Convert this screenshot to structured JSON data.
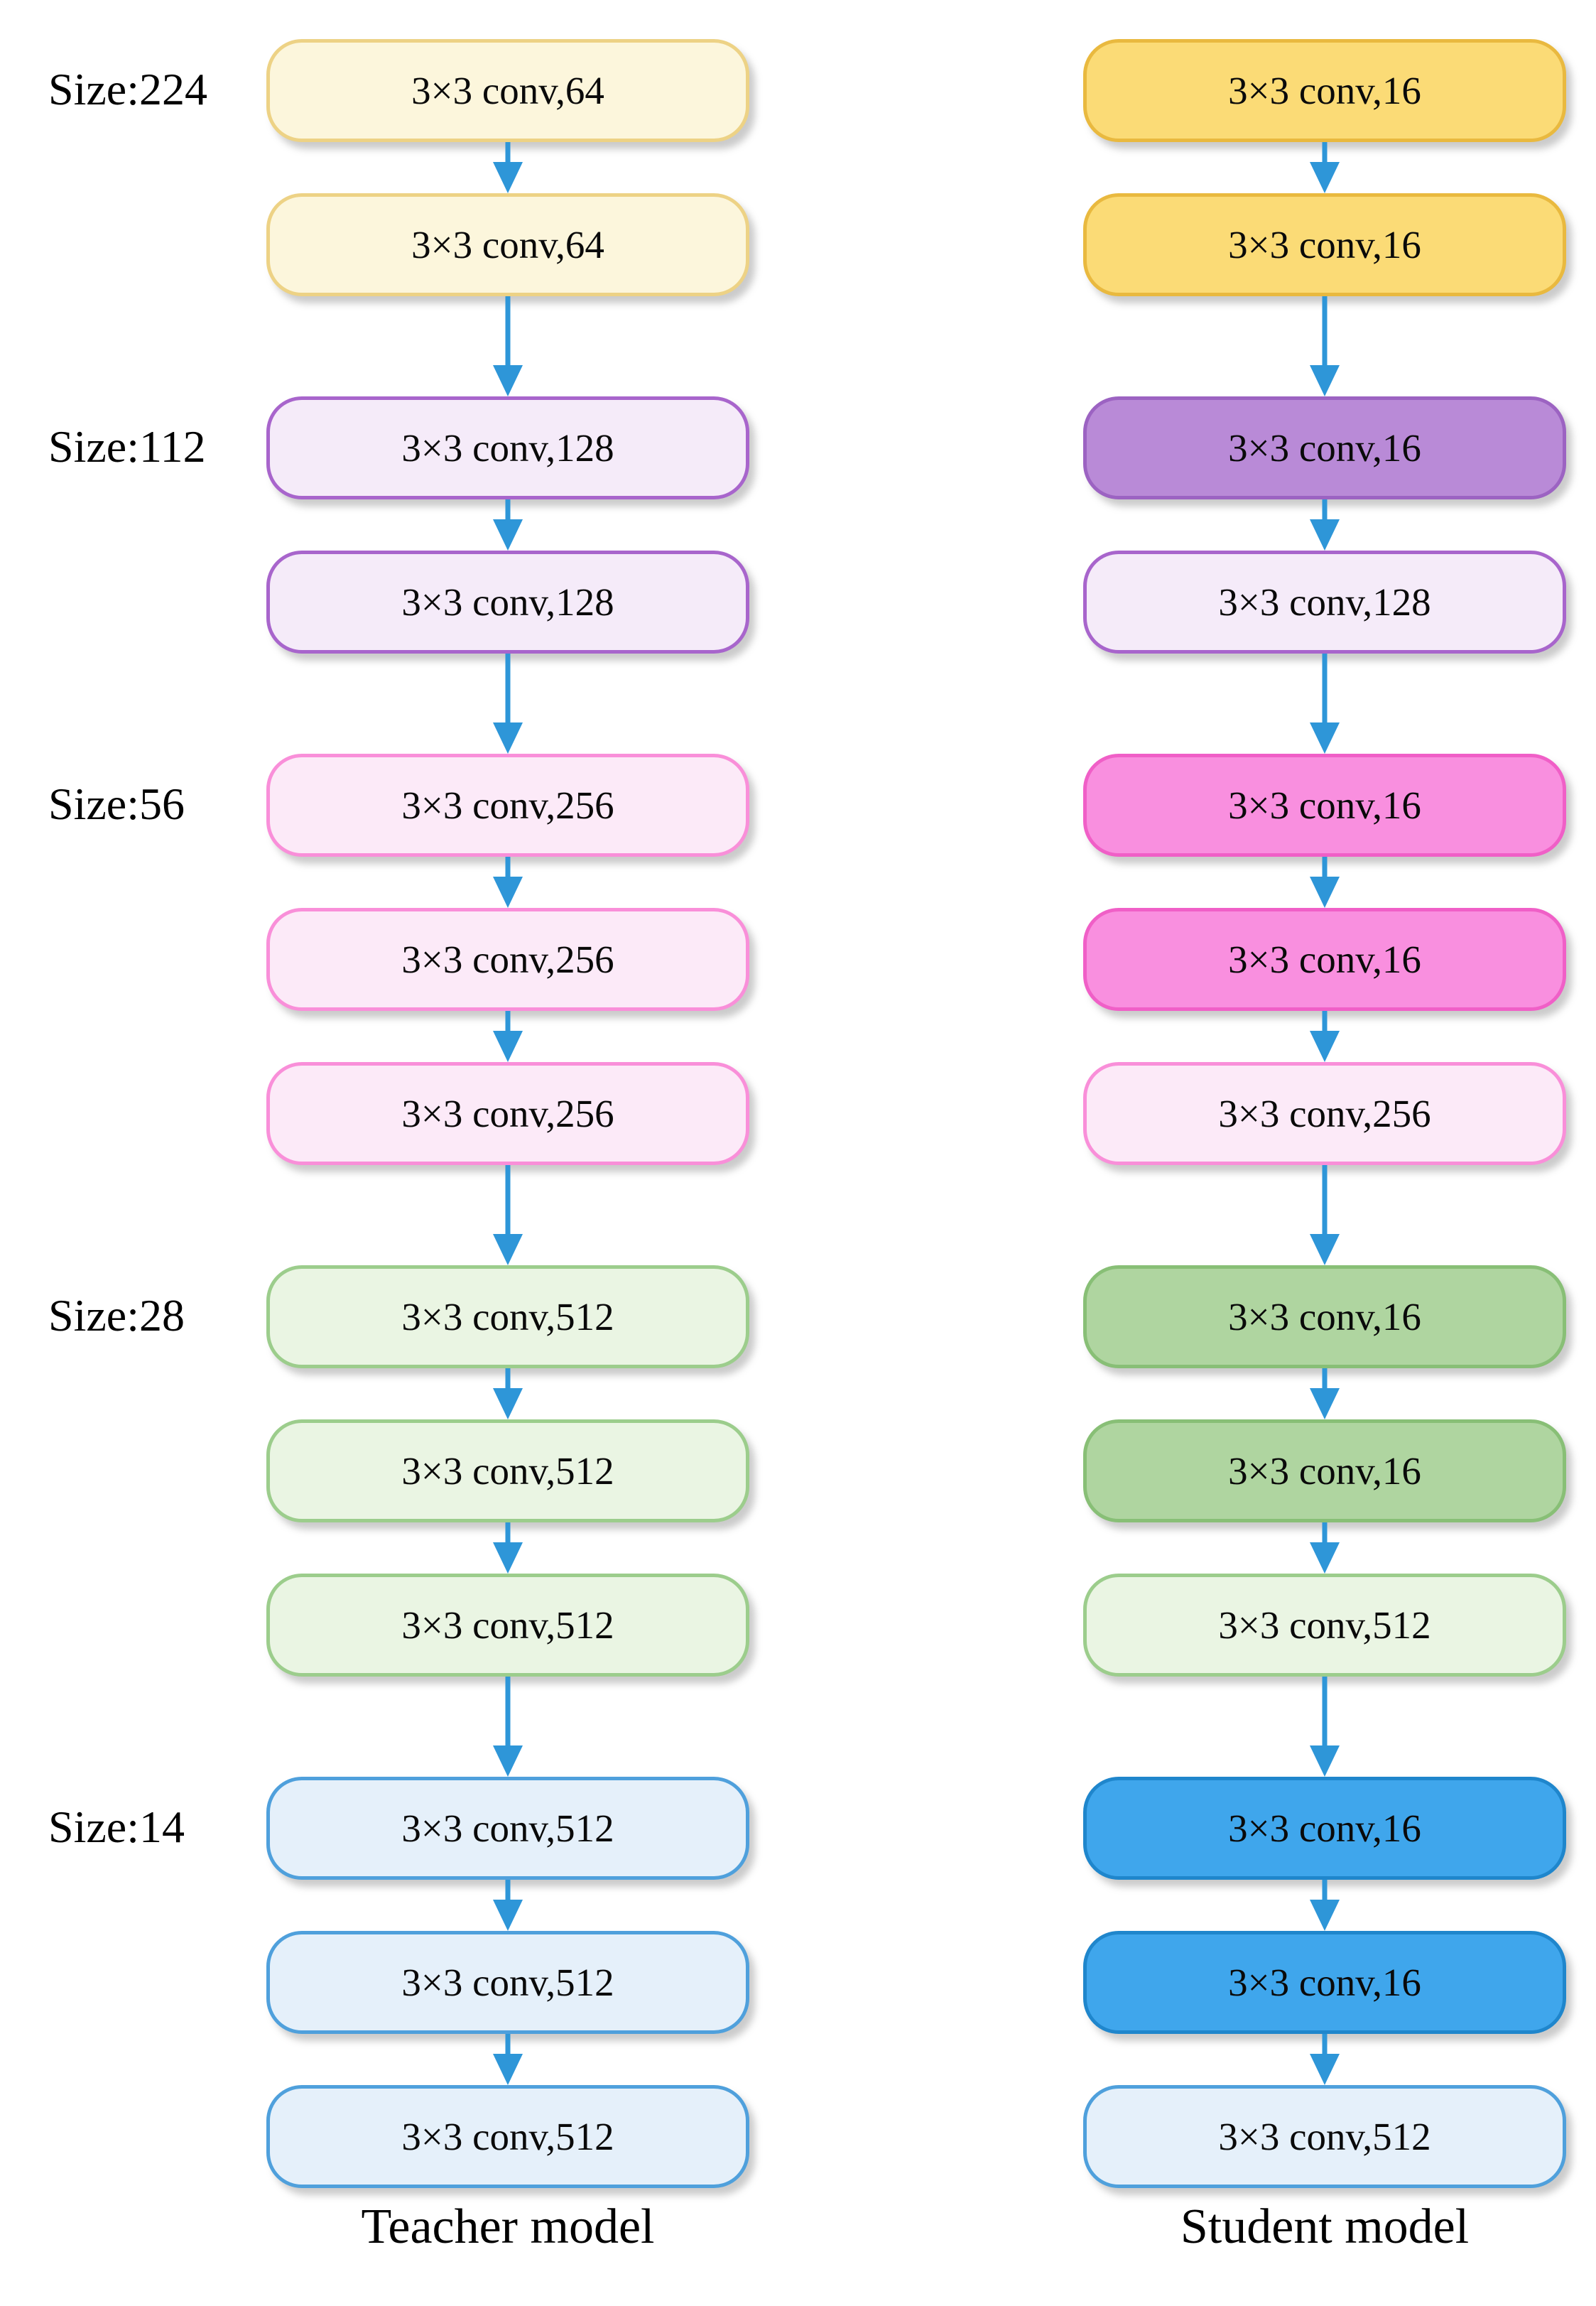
{
  "diagram": {
    "arrow_color": "#2E96D8",
    "size_labels": [
      {
        "text": "Size:224"
      },
      {
        "text": "Size:112"
      },
      {
        "text": "Size:56"
      },
      {
        "text": "Size:28"
      },
      {
        "text": "Size:14"
      }
    ],
    "styles": {
      "yellow_pale": {
        "fill": "#FCF6DC",
        "border": "#EDD285"
      },
      "yellow_strong": {
        "fill": "#FBDB76",
        "border": "#E9B93F"
      },
      "purple_pale": {
        "fill": "#F5EBF9",
        "border": "#A865CC"
      },
      "purple_strong": {
        "fill": "#B98AD7",
        "border": "#9C63C2"
      },
      "pink_pale": {
        "fill": "#FCEAF8",
        "border": "#F98FD9"
      },
      "pink_strong": {
        "fill": "#F98FDF",
        "border": "#F05FC7"
      },
      "green_pale": {
        "fill": "#EAF5E3",
        "border": "#9CCD8C"
      },
      "green_strong": {
        "fill": "#AFD5A0",
        "border": "#88BF76"
      },
      "blue_pale": {
        "fill": "#E5F0FA",
        "border": "#4FA0DC"
      },
      "blue_strong": {
        "fill": "#3FA6EC",
        "border": "#1F86CC"
      }
    },
    "columns": [
      {
        "name": "teacher-model",
        "caption": "Teacher model",
        "groups": [
          {
            "boxes": [
              {
                "label": "3×3 conv,64",
                "style": "yellow_pale"
              },
              {
                "label": "3×3 conv,64",
                "style": "yellow_pale"
              }
            ]
          },
          {
            "boxes": [
              {
                "label": "3×3 conv,128",
                "style": "purple_pale"
              },
              {
                "label": "3×3 conv,128",
                "style": "purple_pale"
              }
            ]
          },
          {
            "boxes": [
              {
                "label": "3×3 conv,256",
                "style": "pink_pale"
              },
              {
                "label": "3×3 conv,256",
                "style": "pink_pale"
              },
              {
                "label": "3×3 conv,256",
                "style": "pink_pale"
              }
            ]
          },
          {
            "boxes": [
              {
                "label": "3×3 conv,512",
                "style": "green_pale"
              },
              {
                "label": "3×3 conv,512",
                "style": "green_pale"
              },
              {
                "label": "3×3 conv,512",
                "style": "green_pale"
              }
            ]
          },
          {
            "boxes": [
              {
                "label": "3×3 conv,512",
                "style": "blue_pale"
              },
              {
                "label": "3×3 conv,512",
                "style": "blue_pale"
              },
              {
                "label": "3×3 conv,512",
                "style": "blue_pale"
              }
            ]
          }
        ]
      },
      {
        "name": "student-model",
        "caption": "Student model",
        "groups": [
          {
            "boxes": [
              {
                "label": "3×3 conv,16",
                "style": "yellow_strong"
              },
              {
                "label": "3×3 conv,16",
                "style": "yellow_strong"
              }
            ]
          },
          {
            "boxes": [
              {
                "label": "3×3 conv,16",
                "style": "purple_strong"
              },
              {
                "label": "3×3 conv,128",
                "style": "purple_pale"
              }
            ]
          },
          {
            "boxes": [
              {
                "label": "3×3 conv,16",
                "style": "pink_strong"
              },
              {
                "label": "3×3 conv,16",
                "style": "pink_strong"
              },
              {
                "label": "3×3 conv,256",
                "style": "pink_pale"
              }
            ]
          },
          {
            "boxes": [
              {
                "label": "3×3 conv,16",
                "style": "green_strong"
              },
              {
                "label": "3×3 conv,16",
                "style": "green_strong"
              },
              {
                "label": "3×3 conv,512",
                "style": "green_pale"
              }
            ]
          },
          {
            "boxes": [
              {
                "label": "3×3 conv,16",
                "style": "blue_strong"
              },
              {
                "label": "3×3 conv,16",
                "style": "blue_strong"
              },
              {
                "label": "3×3 conv,512",
                "style": "blue_pale"
              }
            ]
          }
        ]
      }
    ]
  }
}
